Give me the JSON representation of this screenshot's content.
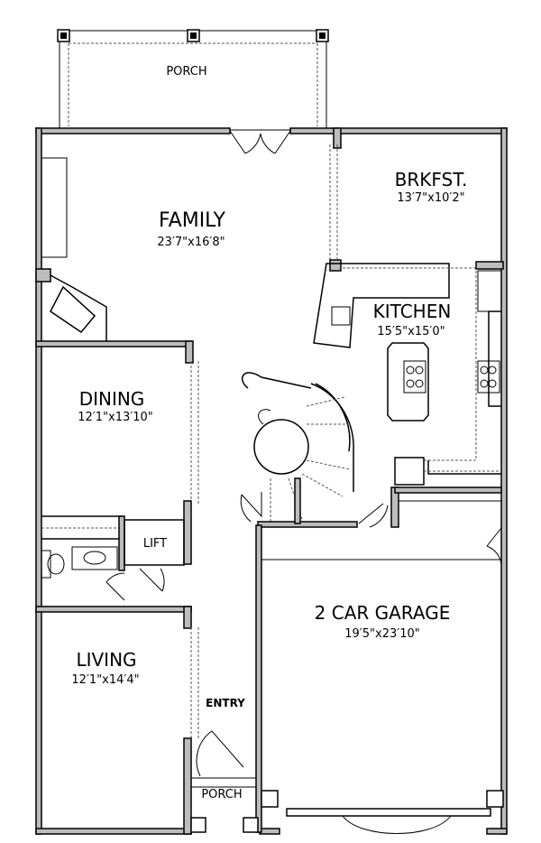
{
  "plan": {
    "rooms": {
      "porch_rear": {
        "name": "PORCH"
      },
      "family": {
        "name": "FAMILY",
        "dims": "23′7\"x16′8\""
      },
      "breakfast": {
        "name": "BRKFST.",
        "dims": "13′7\"x10′2\""
      },
      "kitchen": {
        "name": "KITCHEN",
        "dims": "15′5\"x15′0\""
      },
      "dining": {
        "name": "DINING",
        "dims": "12′1\"x13′10\""
      },
      "lift": {
        "name": "LIFT"
      },
      "garage": {
        "name": "2 CAR GARAGE",
        "dims": "19′5\"x23′10\""
      },
      "living": {
        "name": "LIVING",
        "dims": "12′1\"x14′4\""
      },
      "entry": {
        "name": "ENTRY"
      },
      "porch_front": {
        "name": "PORCH"
      }
    }
  }
}
